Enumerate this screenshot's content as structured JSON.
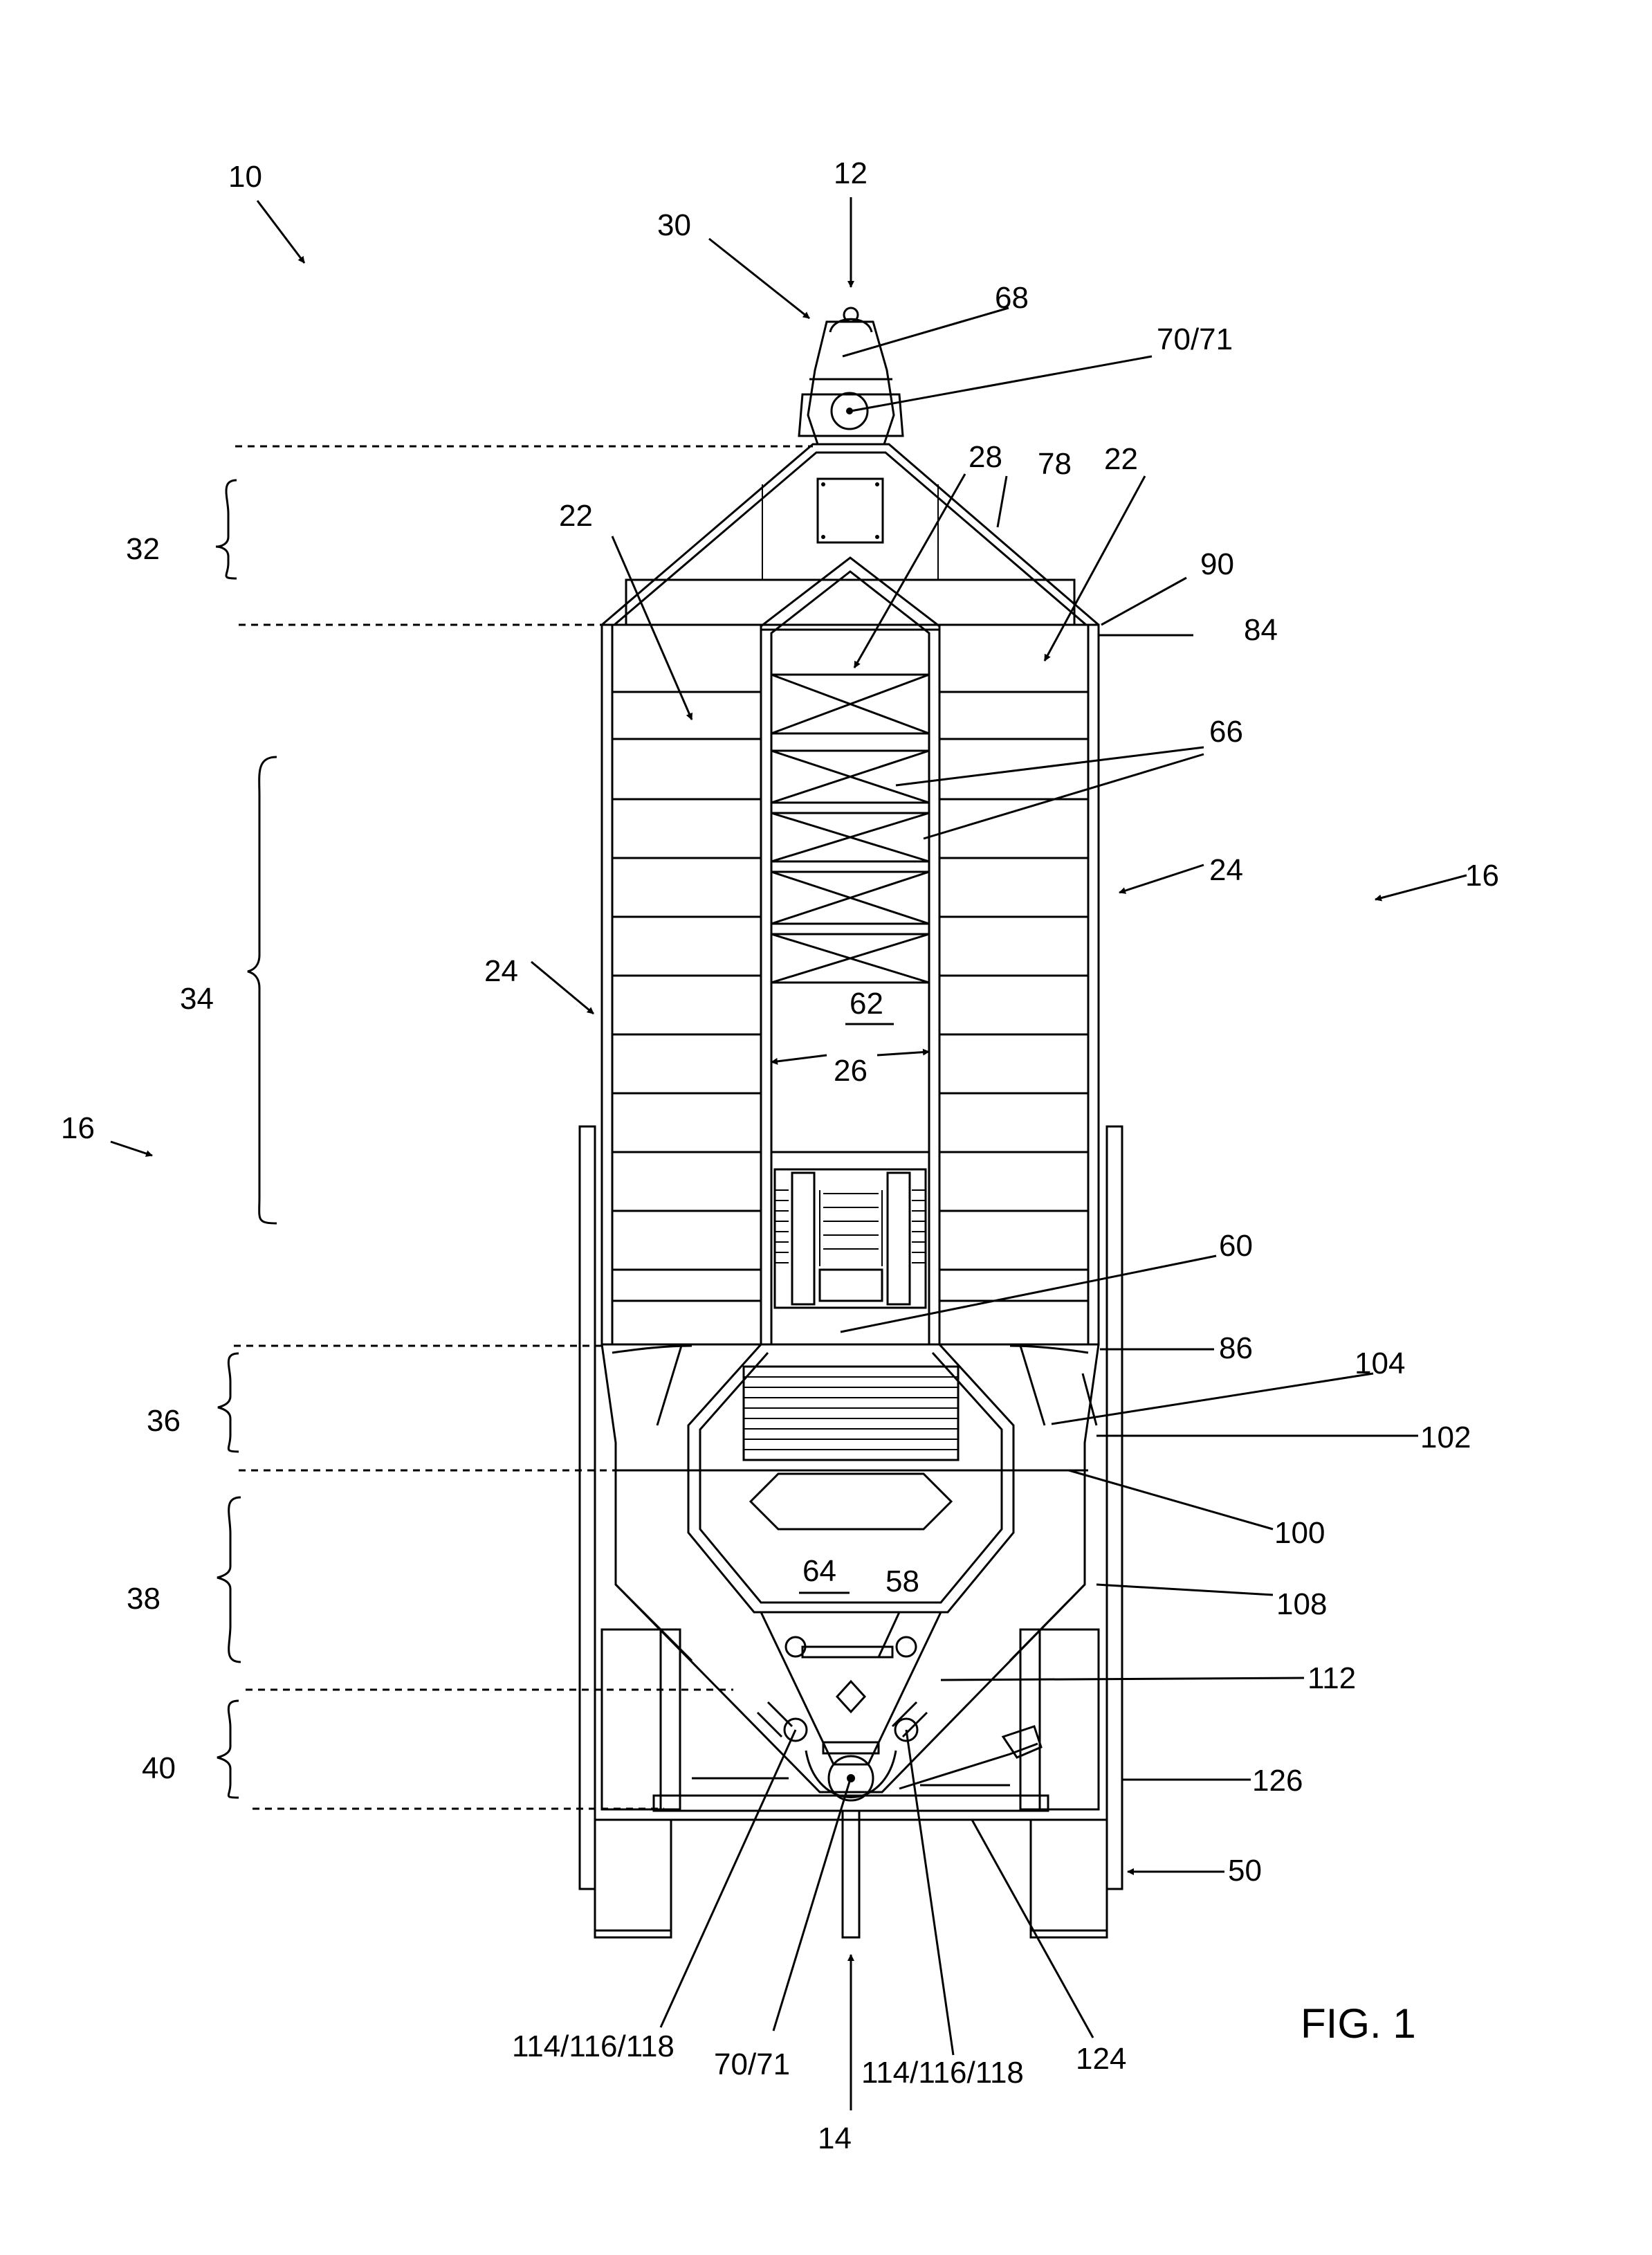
{
  "figure_label": "FIG. 1",
  "labels": {
    "l10": "10",
    "l12": "12",
    "l14": "14",
    "l16a": "16",
    "l16b": "16",
    "l22a": "22",
    "l22b": "22",
    "l24a": "24",
    "l24b": "24",
    "l26": "26",
    "l28": "28",
    "l30": "30",
    "l32": "32",
    "l34": "34",
    "l36": "36",
    "l38": "38",
    "l40": "40",
    "l50": "50",
    "l58": "58",
    "l60": "60",
    "l62": "62",
    "l64": "64",
    "l66": "66",
    "l68": "68",
    "l70a": "70/71",
    "l70b": "70/71",
    "l78": "78",
    "l84": "84",
    "l86": "86",
    "l90": "90",
    "l100": "100",
    "l102": "102",
    "l104": "104",
    "l108": "108",
    "l112": "112",
    "l114a": "114/116/118",
    "l114b": "114/116/118",
    "l124": "124",
    "l126": "126"
  }
}
